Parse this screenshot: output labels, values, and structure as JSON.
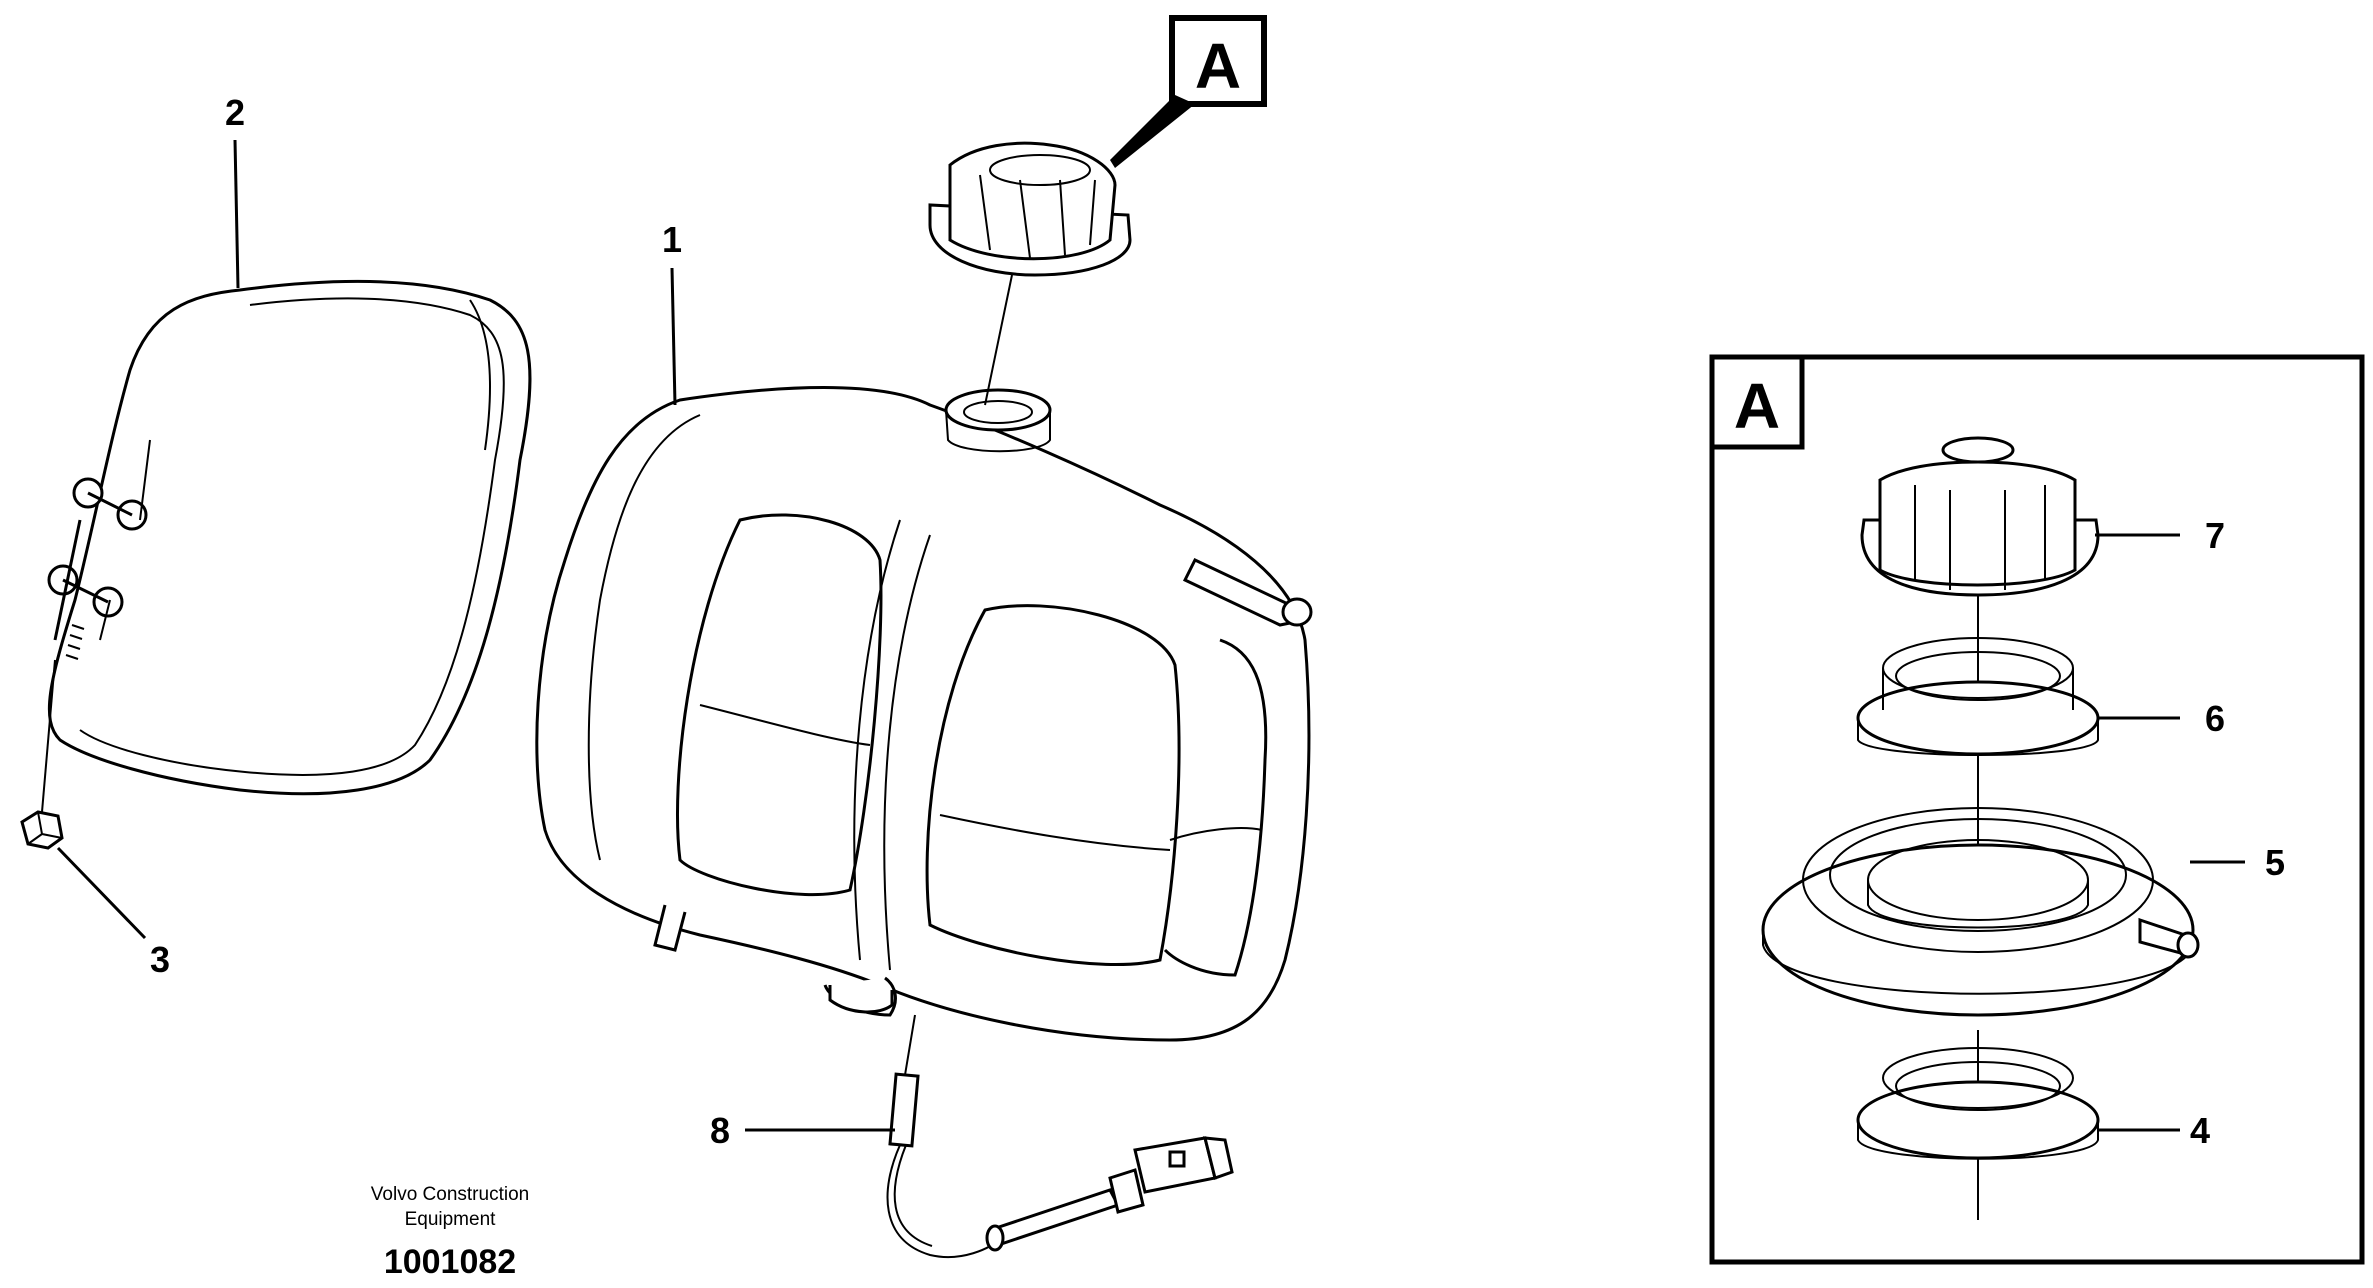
{
  "callouts": {
    "tank": "1",
    "strap": "2",
    "nut": "3",
    "ring_bottom": "4",
    "filler_neck": "5",
    "ring_top": "6",
    "cap": "7",
    "sensor": "8"
  },
  "detail": {
    "label": "A"
  },
  "footer": {
    "company_line1": "Volvo Construction",
    "company_line2": "Equipment",
    "drawing_number": "1001082"
  }
}
